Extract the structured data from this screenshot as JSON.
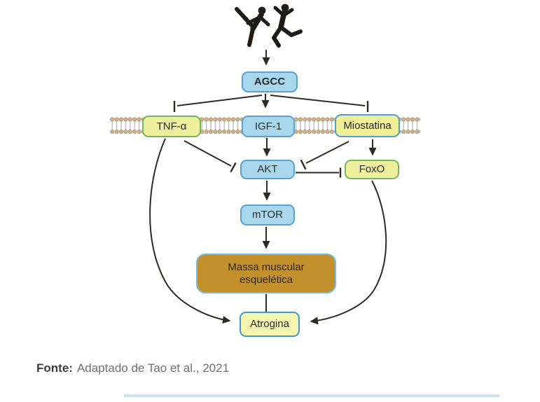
{
  "figure": {
    "nodes": {
      "agcc": "AGCC",
      "tnf": "TNF-α",
      "igf1": "IGF-1",
      "miostatina": "Miostatina",
      "akt": "AKT",
      "foxo": "FoxO",
      "mtor": "mTOR",
      "massa": "Massa muscular esquelética",
      "atrogina": "Atrogina"
    },
    "icons": [
      "exercise-figures-icon",
      "cell-membrane"
    ],
    "edges": [
      {
        "from": "exercise-figures",
        "to": "AGCC",
        "type": "activation"
      },
      {
        "from": "AGCC",
        "to": "TNF-α",
        "type": "inhibition"
      },
      {
        "from": "AGCC",
        "to": "IGF-1",
        "type": "activation"
      },
      {
        "from": "AGCC",
        "to": "Miostatina",
        "type": "inhibition"
      },
      {
        "from": "TNF-α",
        "to": "AKT",
        "type": "inhibition"
      },
      {
        "from": "TNF-α",
        "to": "Atrogina",
        "type": "activation"
      },
      {
        "from": "IGF-1",
        "to": "AKT",
        "type": "activation"
      },
      {
        "from": "Miostatina",
        "to": "AKT",
        "type": "inhibition"
      },
      {
        "from": "Miostatina",
        "to": "FoxO",
        "type": "activation"
      },
      {
        "from": "AKT",
        "to": "FoxO",
        "type": "inhibition"
      },
      {
        "from": "AKT",
        "to": "mTOR",
        "type": "activation"
      },
      {
        "from": "mTOR",
        "to": "Massa muscular esquelética",
        "type": "activation"
      },
      {
        "from": "Massa muscular esquelética",
        "to": "Atrogina",
        "type": "link"
      },
      {
        "from": "FoxO",
        "to": "Atrogina",
        "type": "activation"
      }
    ],
    "colors": {
      "node_blue_fill": "#a9d8ec",
      "node_blue_border": "#59a1d4",
      "node_yellow_fill": "#eef09e",
      "node_green_border": "#72b75a",
      "node_pale_yellow_fill": "#f5f5b0",
      "massa_fill": "#c3912b",
      "massa_border": "#79bade",
      "membrane_bead": "#dcae74",
      "line_color": "#2e2a26",
      "bottom_rule": "#c9e5f5"
    }
  },
  "caption": {
    "prefix": "Fonte:",
    "text": "Adaptado de Tao et al., 2021"
  }
}
